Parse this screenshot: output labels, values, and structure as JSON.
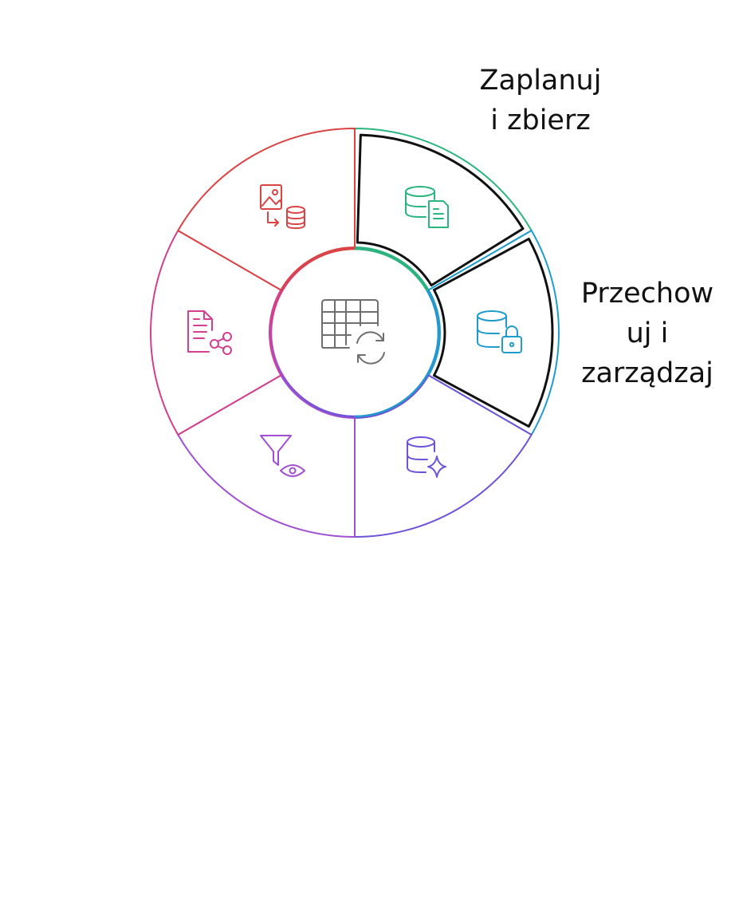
{
  "colors": {
    "red": "#d94343",
    "green": "#2bb57f",
    "blue": "#1f9ccd",
    "indigo": "#6f52d6",
    "purple": "#a04fd0",
    "magenta": "#d23f8c",
    "center_icon": "#6f6f6f",
    "highlight": "#111111"
  },
  "segments": [
    {
      "id": "plan",
      "color": "green",
      "icon": "database-document-icon",
      "highlighted": true
    },
    {
      "id": "store",
      "color": "blue",
      "icon": "database-lock-icon",
      "highlighted": true
    },
    {
      "id": "enhance",
      "color": "indigo",
      "icon": "database-sparkle-icon",
      "highlighted": false
    },
    {
      "id": "filter",
      "color": "purple",
      "icon": "filter-eye-icon",
      "highlighted": false
    },
    {
      "id": "share",
      "color": "magenta",
      "icon": "document-share-icon",
      "highlighted": false
    },
    {
      "id": "import",
      "color": "red",
      "icon": "image-to-database-icon",
      "highlighted": false
    }
  ],
  "center": {
    "icon": "table-refresh-icon"
  },
  "labels": {
    "plan": {
      "line1": "Zaplanuj",
      "line2": "i zbierz"
    },
    "store": {
      "line1": "Przechow",
      "line2": "uj i",
      "line3": "zarządzaj"
    }
  }
}
